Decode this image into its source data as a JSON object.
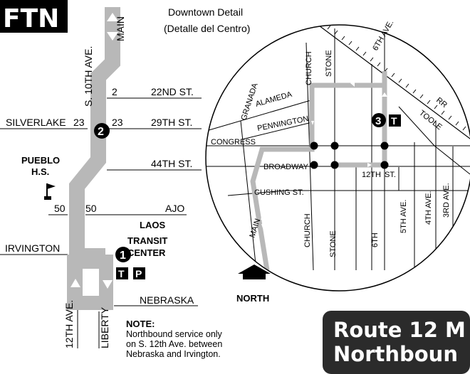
{
  "header": {
    "badge": "FTN"
  },
  "title": {
    "line1": "Route 12 M",
    "line2": "Northboun"
  },
  "inset": {
    "title_en": "Downtown Detail",
    "title_es": "(Detalle del Centro)"
  },
  "streets": {
    "main_top": "MAIN",
    "s10th": "S. 10TH AVE.",
    "st22nd": "22ND ST.",
    "st22nd_num": "2",
    "silverlake": "SILVERLAKE",
    "silverlake_num": "23",
    "st29th_num": "23",
    "st29th": "29TH ST.",
    "st44th": "44TH ST.",
    "ajo_num_left": "50",
    "ajo_num_right": "50",
    "ajo": "AJO",
    "irvington": "IRVINGTON",
    "nebraska": "NEBRASKA",
    "ave12th": "12TH AVE.",
    "liberty": "LIBERTY"
  },
  "places": {
    "pueblo_1": "PUEBLO",
    "pueblo_2": "H.S.",
    "laos_1": "LAOS",
    "laos_2": "TRANSIT",
    "laos_3": "CENTER"
  },
  "markers": {
    "m1": "1",
    "m2": "2",
    "m3": "3",
    "transit": "T",
    "park": "P"
  },
  "north": "NORTH",
  "note": {
    "heading": "NOTE:",
    "line1": "Northbound service only",
    "line2": "on S. 12th Ave. between",
    "line3": "Nebraska and Irvington."
  },
  "downtown": {
    "church_top": "CHURCH",
    "stone_top": "STONE",
    "ave6th_top": "6TH AVE.",
    "granada": "GRANADA",
    "alameda": "ALAMEDA",
    "pennington": "PENNINGTON",
    "rr": "RR",
    "toole": "TOOLE",
    "congress": "CONGRESS",
    "broadway": "BROADWAY",
    "st12th": "12TH",
    "st_suffix": "ST.",
    "cushing": "CUSHING ST.",
    "main": "MAIN",
    "church_bottom": "CHURCH",
    "stone_bottom": "STONE",
    "ave6th_bottom": "6TH",
    "ave5th": "5TH AVE.",
    "ave4th": "4TH AVE.",
    "ave3rd": "3RD AVE."
  },
  "colors": {
    "route": "#b8b8b8",
    "text": "#000000",
    "background": "#ffffff",
    "title_bg": "#2b2b2b"
  }
}
